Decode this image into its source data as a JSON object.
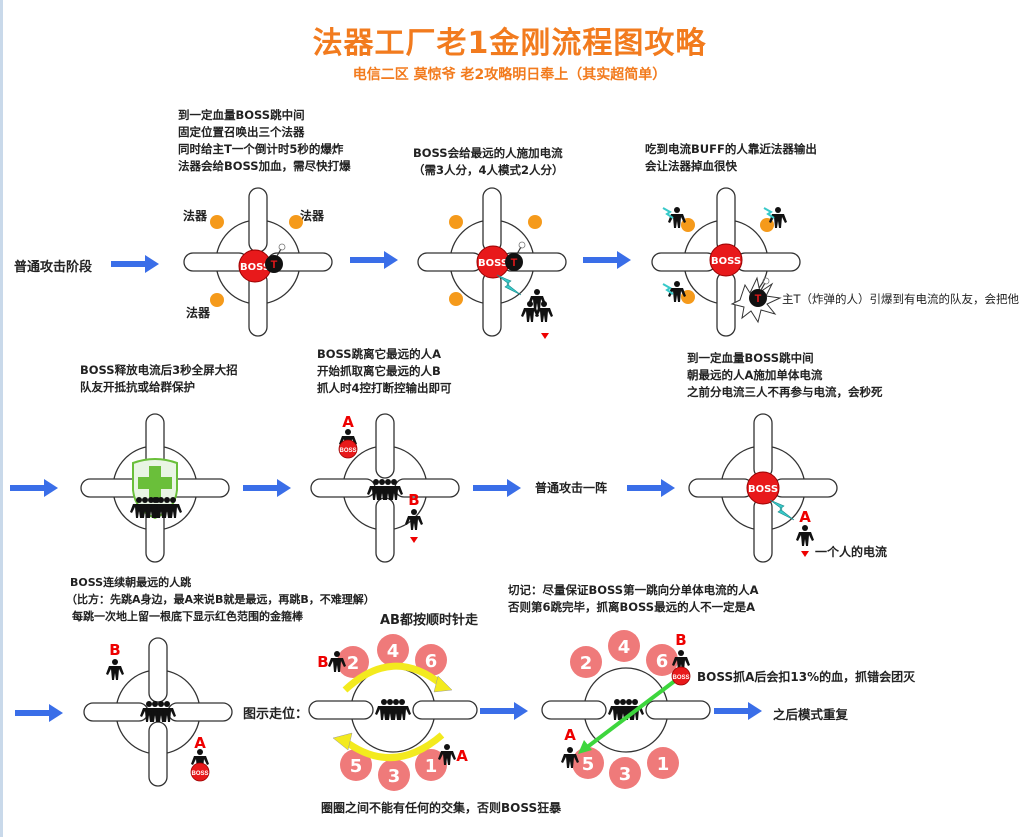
{
  "title": "法器工厂老1金刚流程图攻略",
  "subtitle": "电信二区 莫惊爷 老2攻略明日奉上（其实超简单）",
  "colors": {
    "title": "#f27b1e",
    "arrow": "#3a6ee8",
    "boss": "#e8191b",
    "warning_text": "#e00000",
    "artifact": "#f59a1b",
    "lightning": "#38c9c9",
    "path_arrow": "#f3ea1e",
    "grab_arrow": "#3dd63d",
    "jump_spot": "#ef7a7a"
  },
  "row1": {
    "start_label": "普通攻击阶段",
    "step1": {
      "lines": [
        "到一定血量BOSS跳中间",
        "固定位置召唤出三个法器",
        "同时给主T一个倒计时5秒的爆炸",
        "法器会给BOSS加血，需尽快打爆"
      ],
      "artifact_label": "法器"
    },
    "step2": {
      "lines": [
        "BOSS会给最远的人施加电流",
        "（需3人分，4人模式2人分）"
      ]
    },
    "step3": {
      "lines": [
        "吃到电流BUFF的人靠近法器输出",
        "会让法器掉血很快"
      ],
      "side_note": "主T（炸弹的人）引爆到有电流的队友，会把他秒死"
    },
    "boss_label": "BOSS",
    "tank_label": "T"
  },
  "row2": {
    "step4": {
      "lines": [
        "BOSS释放电流后3秒全屏大招",
        "队友开抵抗或给群保护"
      ]
    },
    "step5": {
      "lines": [
        "BOSS跳离它最远的人A",
        "开始抓取离它最远的人B",
        "抓人时4控打断控输出即可"
      ]
    },
    "middle_label": "普通攻击一阵",
    "step6": {
      "lines": [
        "到一定血量BOSS跳中间",
        "朝最远的人A施加单体电流",
        "之前分电流三人不再参与电流，会秒死"
      ],
      "side_note": "一个人的电流"
    }
  },
  "row3": {
    "step7": {
      "lines": [
        "BOSS连续朝最远的人跳",
        "（比方：先跳A身边，最A来说B就是最远，再跳B，不难理解）",
        "每跳一次地上留一根底下显示红色范围的金箍棒"
      ]
    },
    "walk_label": "图示走位：",
    "walk_title": "AB都按顺时针走",
    "walk_warning": "圈圈之间不能有任何的交集，否则BOSS狂暴",
    "step9": {
      "lines": [
        "切记：尽量保证BOSS第一跳向分单体电流的人A",
        "否则第6跳完毕，抓离BOSS最远的人不一定是A"
      ],
      "warning": "BOSS抓A后会扣13%的血，抓错会团灭"
    },
    "repeat_label": "之后模式重复",
    "spots": [
      "1",
      "2",
      "3",
      "4",
      "5",
      "6"
    ]
  },
  "markers": {
    "a": "A",
    "b": "B",
    "boss_small": "BOSS"
  }
}
